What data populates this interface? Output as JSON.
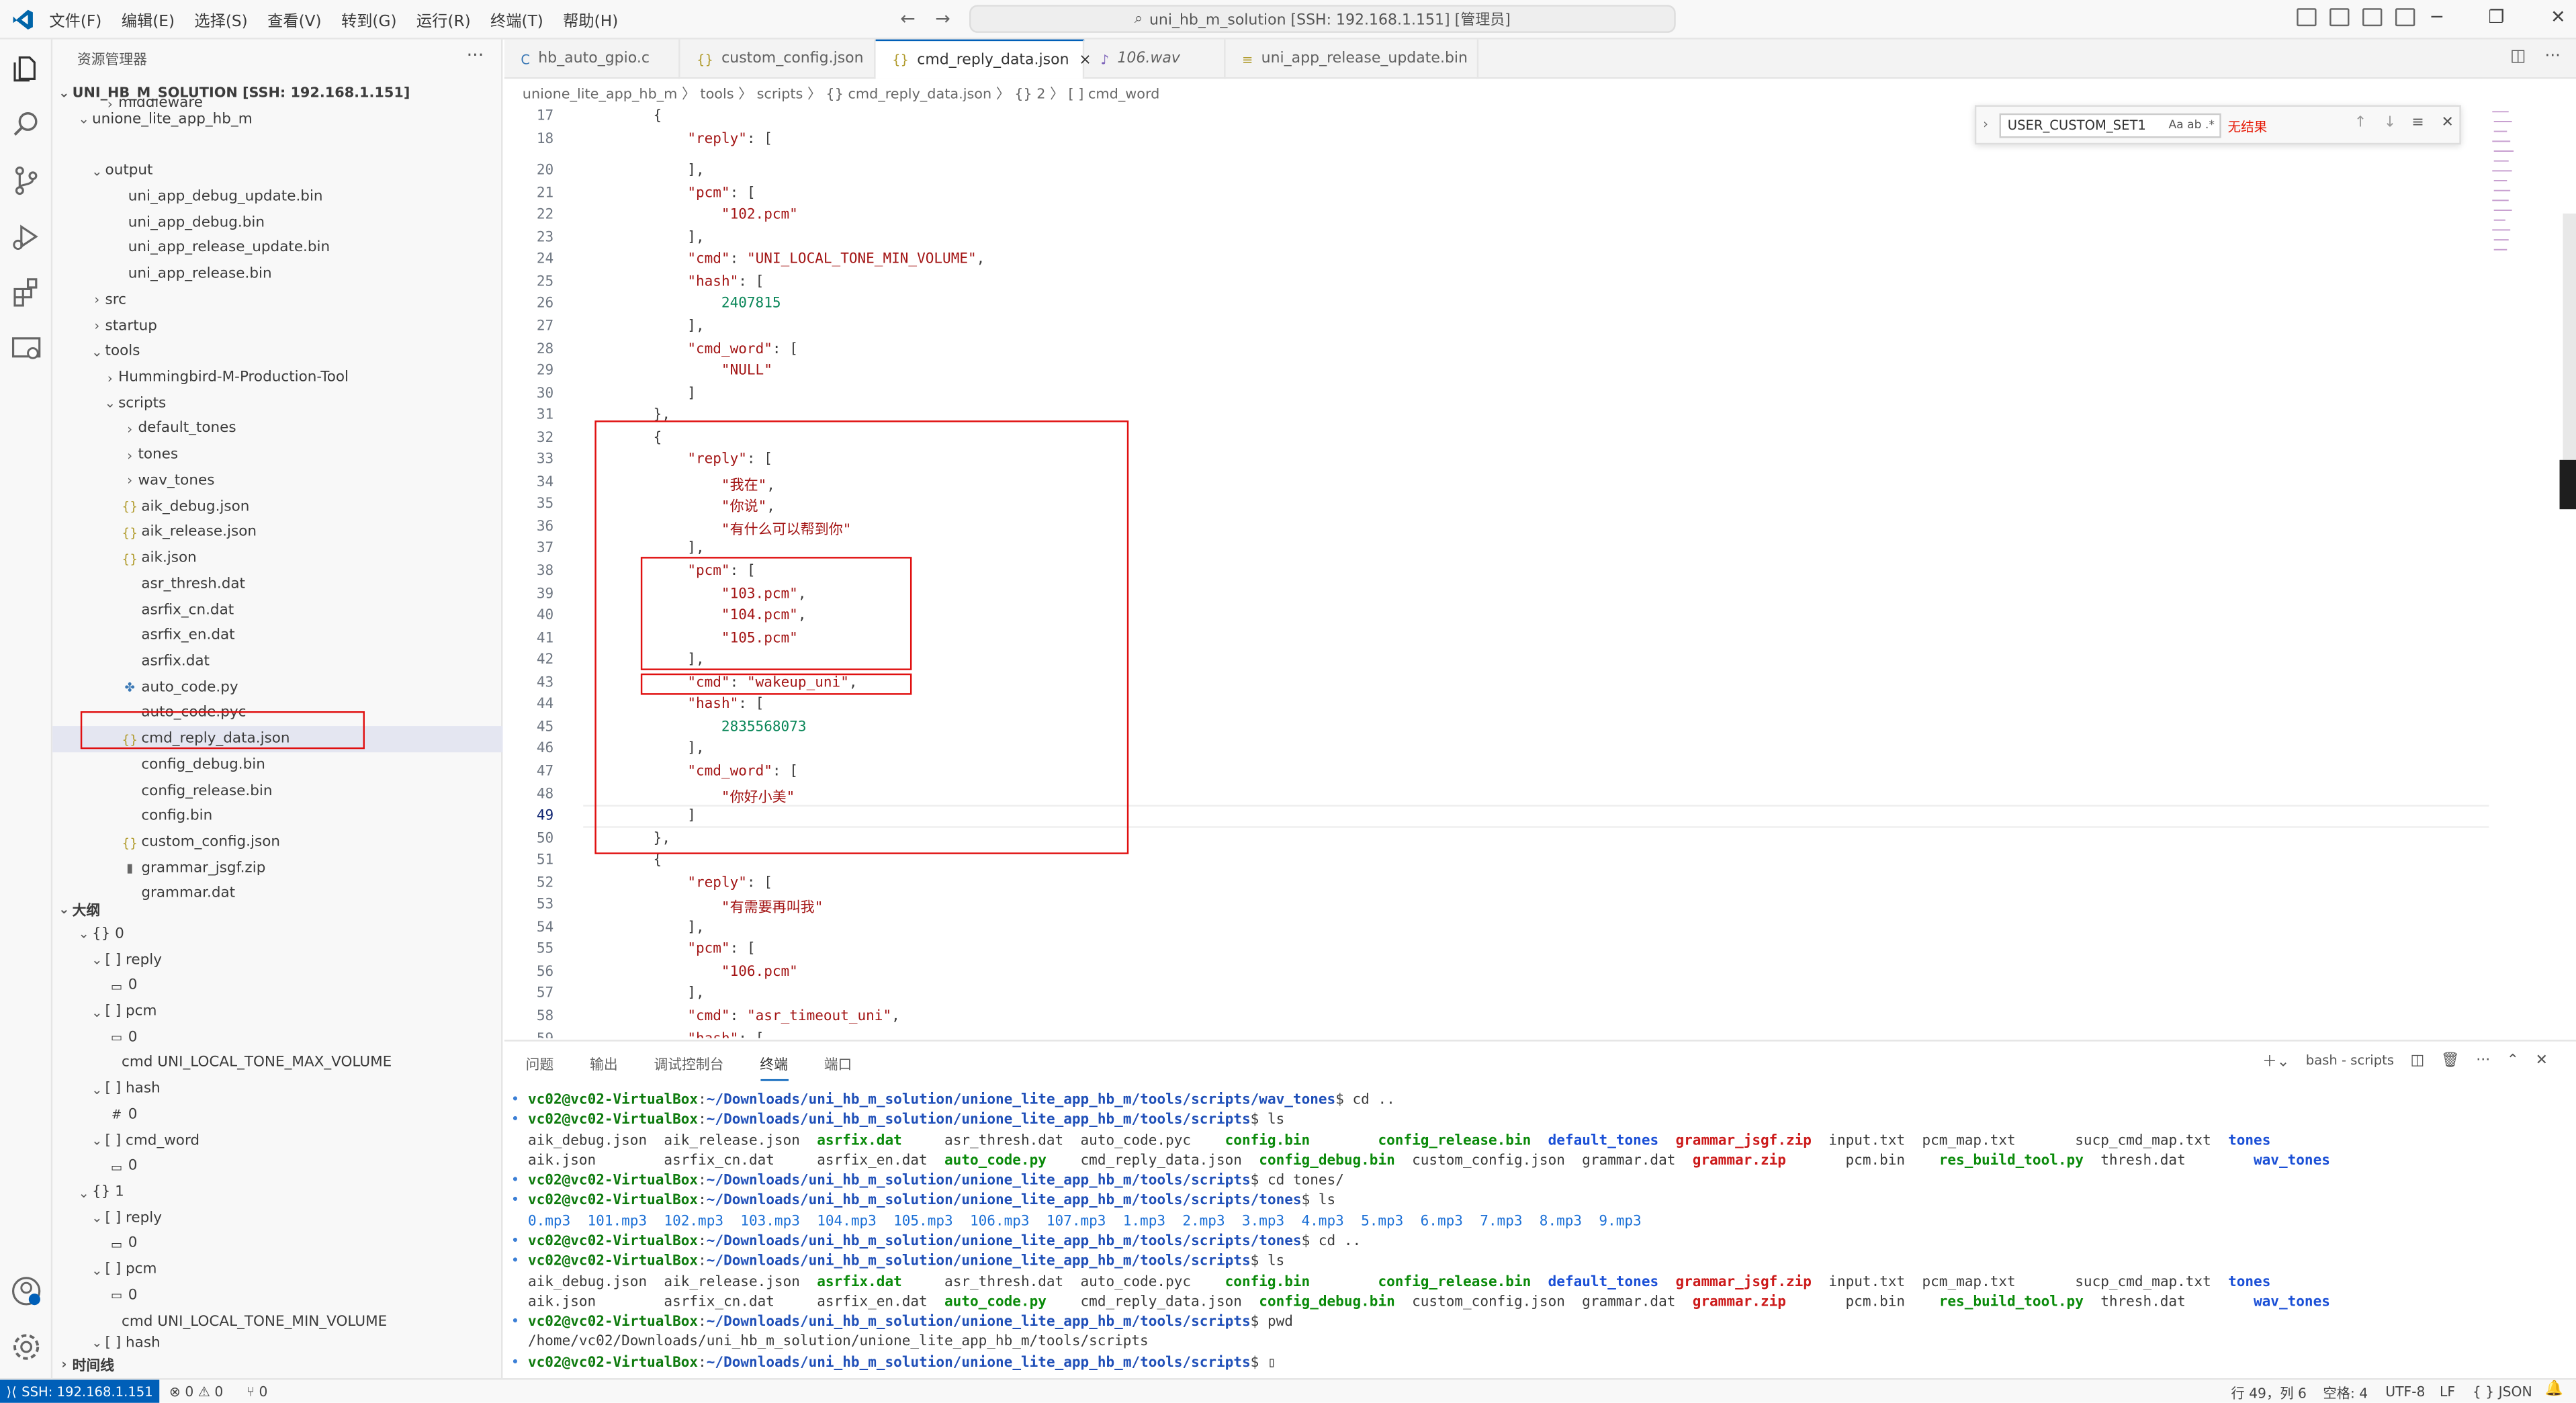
{
  "menu": [
    "文件(F)",
    "编辑(E)",
    "选择(S)",
    "查看(V)",
    "转到(G)",
    "运行(R)",
    "终端(T)",
    "帮助(H)"
  ],
  "title": "uni_hb_m_solution [SSH: 192.168.1.151] [管理员]",
  "colors": {
    "accent": "#005fb8",
    "highlight_box": "#e01010"
  },
  "sidebar": {
    "title": "资源管理器",
    "root": "UNI_HB_M_SOLUTION [SSH: 192.168.1.151]",
    "tree": [
      {
        "label": "unione_lite_app_hb_m",
        "kind": "folder-open"
      },
      {
        "label": "middleware",
        "kind": "folder"
      },
      {
        "label": "output",
        "kind": "folder-open"
      },
      {
        "label": "uni_app_debug_update.bin",
        "kind": "bin"
      },
      {
        "label": "uni_app_debug.bin",
        "kind": "bin"
      },
      {
        "label": "uni_app_release_update.bin",
        "kind": "bin"
      },
      {
        "label": "uni_app_release.bin",
        "kind": "bin"
      },
      {
        "label": "src",
        "kind": "folder"
      },
      {
        "label": "startup",
        "kind": "folder"
      },
      {
        "label": "tools",
        "kind": "folder-open"
      },
      {
        "label": "Hummingbird-M-Production-Tool",
        "kind": "folder"
      },
      {
        "label": "scripts",
        "kind": "folder-open"
      },
      {
        "label": "default_tones",
        "kind": "folder"
      },
      {
        "label": "tones",
        "kind": "folder"
      },
      {
        "label": "wav_tones",
        "kind": "folder"
      },
      {
        "label": "aik_debug.json",
        "kind": "json"
      },
      {
        "label": "aik_release.json",
        "kind": "json"
      },
      {
        "label": "aik.json",
        "kind": "json"
      },
      {
        "label": "asr_thresh.dat",
        "kind": "bin"
      },
      {
        "label": "asrfix_cn.dat",
        "kind": "bin"
      },
      {
        "label": "asrfix_en.dat",
        "kind": "bin"
      },
      {
        "label": "asrfix.dat",
        "kind": "bin"
      },
      {
        "label": "auto_code.py",
        "kind": "py"
      },
      {
        "label": "auto_code.pyc",
        "kind": "bin"
      },
      {
        "label": "cmd_reply_data.json",
        "kind": "json"
      },
      {
        "label": "config_debug.bin",
        "kind": "bin"
      },
      {
        "label": "config_release.bin",
        "kind": "bin"
      },
      {
        "label": "config.bin",
        "kind": "bin"
      },
      {
        "label": "custom_config.json",
        "kind": "json"
      },
      {
        "label": "grammar_jsgf.zip",
        "kind": "zip"
      },
      {
        "label": "grammar.dat",
        "kind": "bin"
      }
    ],
    "outline_title": "大纲",
    "outline": [
      {
        "label": "{} 0",
        "kind": "obj"
      },
      {
        "label": "[ ] reply",
        "kind": "arr"
      },
      {
        "label": "0",
        "kind": "leaf"
      },
      {
        "label": "[ ] pcm",
        "kind": "arr"
      },
      {
        "label": "0",
        "kind": "leaf"
      },
      {
        "label": "cmd  UNI_LOCAL_TONE_MAX_VOLUME",
        "kind": "str"
      },
      {
        "label": "[ ] hash",
        "kind": "arr"
      },
      {
        "label": "0",
        "kind": "num"
      },
      {
        "label": "[ ] cmd_word",
        "kind": "arr"
      },
      {
        "label": "0",
        "kind": "leaf"
      },
      {
        "label": "{} 1",
        "kind": "obj"
      },
      {
        "label": "[ ] reply",
        "kind": "arr"
      },
      {
        "label": "0",
        "kind": "leaf"
      },
      {
        "label": "[ ] pcm",
        "kind": "arr"
      },
      {
        "label": "0",
        "kind": "leaf"
      },
      {
        "label": "cmd  UNI_LOCAL_TONE_MIN_VOLUME",
        "kind": "str"
      },
      {
        "label": "[ ] hash",
        "kind": "arr"
      }
    ],
    "timeline": "时间线"
  },
  "tabs": [
    {
      "label": "hb_auto_gpio.c",
      "icon": "C"
    },
    {
      "label": "custom_config.json",
      "icon": "{}"
    },
    {
      "label": "cmd_reply_data.json",
      "icon": "{}",
      "close": "×"
    },
    {
      "label": "106.wav",
      "icon": "♪"
    },
    {
      "label": "uni_app_release_update.bin",
      "icon": "≡"
    }
  ],
  "breadcrumb": "unione_lite_app_hb_m 〉 tools 〉 scripts 〉 {} cmd_reply_data.json 〉 {} 2 〉 [ ] cmd_word",
  "find": {
    "query": "USER_CUSTOM_SET1",
    "flags": "Aa  ab  .*",
    "no_result": "无结果"
  },
  "code": [
    {
      "n": "17",
      "t": "    {"
    },
    {
      "n": "18",
      "t": "        \"reply\": ["
    },
    {
      "n": "20",
      "t": "        ],"
    },
    {
      "n": "21",
      "t": "        \"pcm\": ["
    },
    {
      "n": "22",
      "t": "            \"102.pcm\""
    },
    {
      "n": "23",
      "t": "        ],"
    },
    {
      "n": "24",
      "t": "        \"cmd\": \"UNI_LOCAL_TONE_MIN_VOLUME\","
    },
    {
      "n": "25",
      "t": "        \"hash\": ["
    },
    {
      "n": "26",
      "t": "            2407815"
    },
    {
      "n": "27",
      "t": "        ],"
    },
    {
      "n": "28",
      "t": "        \"cmd_word\": ["
    },
    {
      "n": "29",
      "t": "            \"NULL\""
    },
    {
      "n": "30",
      "t": "        ]"
    },
    {
      "n": "31",
      "t": "    },"
    },
    {
      "n": "32",
      "t": "    {"
    },
    {
      "n": "33",
      "t": "        \"reply\": ["
    },
    {
      "n": "34",
      "t": "            \"我在\","
    },
    {
      "n": "35",
      "t": "            \"你说\","
    },
    {
      "n": "36",
      "t": "            \"有什么可以帮到你\""
    },
    {
      "n": "37",
      "t": "        ],"
    },
    {
      "n": "38",
      "t": "        \"pcm\": ["
    },
    {
      "n": "39",
      "t": "            \"103.pcm\","
    },
    {
      "n": "40",
      "t": "            \"104.pcm\","
    },
    {
      "n": "41",
      "t": "            \"105.pcm\""
    },
    {
      "n": "42",
      "t": "        ],"
    },
    {
      "n": "43",
      "t": "        \"cmd\": \"wakeup_uni\","
    },
    {
      "n": "44",
      "t": "        \"hash\": ["
    },
    {
      "n": "45",
      "t": "            2835568073"
    },
    {
      "n": "46",
      "t": "        ],"
    },
    {
      "n": "47",
      "t": "        \"cmd_word\": ["
    },
    {
      "n": "48",
      "t": "            \"你好小美\""
    },
    {
      "n": "49",
      "t": "        ]"
    },
    {
      "n": "50",
      "t": "    },"
    },
    {
      "n": "51",
      "t": "    {"
    },
    {
      "n": "52",
      "t": "        \"reply\": ["
    },
    {
      "n": "53",
      "t": "            \"有需要再叫我\""
    },
    {
      "n": "54",
      "t": "        ],"
    },
    {
      "n": "55",
      "t": "        \"pcm\": ["
    },
    {
      "n": "56",
      "t": "            \"106.pcm\""
    },
    {
      "n": "57",
      "t": "        ],"
    },
    {
      "n": "58",
      "t": "        \"cmd\": \"asr_timeout_uni\","
    },
    {
      "n": "59",
      "t": "        \"hash\": ["
    }
  ],
  "panel": {
    "tabs": [
      "问题",
      "输出",
      "调试控制台",
      "终端",
      "端口"
    ],
    "active": "终端",
    "terminal_name": "bash - scripts",
    "lines": [
      [
        [
          "•",
          "dot"
        ],
        [
          " vc02@vc02-VirtualBox",
          "pr"
        ],
        [
          ":",
          "p"
        ],
        [
          "~/Downloads/uni_hb_m_solution/unione_lite_app_hb_m/tools/scripts/wav_tones",
          "pa"
        ],
        [
          "$ cd ..",
          "p"
        ]
      ],
      [
        [
          "•",
          "dot"
        ],
        [
          " vc02@vc02-VirtualBox",
          "pr"
        ],
        [
          ":",
          "p"
        ],
        [
          "~/Downloads/uni_hb_m_solution/unione_lite_app_hb_m/tools/scripts",
          "pa"
        ],
        [
          "$ ls",
          "p"
        ]
      ],
      [
        [
          "  aik_debug.json  aik_release.json  ",
          "p"
        ],
        [
          "asrfix.dat",
          "exe"
        ],
        [
          "     asr_thresh.dat  auto_code.pyc    ",
          "p"
        ],
        [
          "config.bin",
          "exe"
        ],
        [
          "        ",
          "p"
        ],
        [
          "config_release.bin",
          "exe"
        ],
        [
          "  ",
          "p"
        ],
        [
          "default_tones",
          "dir"
        ],
        [
          "  ",
          "p"
        ],
        [
          "grammar_jsgf.zip",
          "zip"
        ],
        [
          "  input.txt  pcm_map.txt       sucp_cmd_map.txt  ",
          "p"
        ],
        [
          "tones",
          "dir"
        ]
      ],
      [
        [
          "  aik.json        asrfix_cn.dat     asrfix_en.dat  ",
          "p"
        ],
        [
          "auto_code.py",
          "exe"
        ],
        [
          "    cmd_reply_data.json  ",
          "p"
        ],
        [
          "config_debug.bin",
          "exe"
        ],
        [
          "  custom_config.json  grammar.dat  ",
          "p"
        ],
        [
          "grammar.zip",
          "zip"
        ],
        [
          "       pcm.bin    ",
          "p"
        ],
        [
          "res_build_tool.py",
          "exe"
        ],
        [
          "  thresh.dat        ",
          "p"
        ],
        [
          "wav_tones",
          "dir"
        ]
      ],
      [
        [
          "•",
          "dot"
        ],
        [
          " vc02@vc02-VirtualBox",
          "pr"
        ],
        [
          ":",
          "p"
        ],
        [
          "~/Downloads/uni_hb_m_solution/unione_lite_app_hb_m/tools/scripts",
          "pa"
        ],
        [
          "$ cd tones/",
          "p"
        ]
      ],
      [
        [
          "•",
          "dot"
        ],
        [
          " vc02@vc02-VirtualBox",
          "pr"
        ],
        [
          ":",
          "p"
        ],
        [
          "~/Downloads/uni_hb_m_solution/unione_lite_app_hb_m/tools/scripts/tones",
          "pa"
        ],
        [
          "$ ls",
          "p"
        ]
      ],
      [
        [
          "  0.mp3  101.mp3  102.mp3  103.mp3  104.mp3  105.mp3  106.mp3  107.mp3  1.mp3  2.mp3  3.mp3  4.mp3  5.mp3  6.mp3  7.mp3  8.mp3  9.mp3",
          "mp3"
        ]
      ],
      [
        [
          "•",
          "dot"
        ],
        [
          " vc02@vc02-VirtualBox",
          "pr"
        ],
        [
          ":",
          "p"
        ],
        [
          "~/Downloads/uni_hb_m_solution/unione_lite_app_hb_m/tools/scripts/tones",
          "pa"
        ],
        [
          "$ cd ..",
          "p"
        ]
      ],
      [
        [
          "•",
          "dot"
        ],
        [
          " vc02@vc02-VirtualBox",
          "pr"
        ],
        [
          ":",
          "p"
        ],
        [
          "~/Downloads/uni_hb_m_solution/unione_lite_app_hb_m/tools/scripts",
          "pa"
        ],
        [
          "$ ls",
          "p"
        ]
      ],
      [
        [
          "  aik_debug.json  aik_release.json  ",
          "p"
        ],
        [
          "asrfix.dat",
          "exe"
        ],
        [
          "     asr_thresh.dat  auto_code.pyc    ",
          "p"
        ],
        [
          "config.bin",
          "exe"
        ],
        [
          "        ",
          "p"
        ],
        [
          "config_release.bin",
          "exe"
        ],
        [
          "  ",
          "p"
        ],
        [
          "default_tones",
          "dir"
        ],
        [
          "  ",
          "p"
        ],
        [
          "grammar_jsgf.zip",
          "zip"
        ],
        [
          "  input.txt  pcm_map.txt       sucp_cmd_map.txt  ",
          "p"
        ],
        [
          "tones",
          "dir"
        ]
      ],
      [
        [
          "  aik.json        asrfix_cn.dat     asrfix_en.dat  ",
          "p"
        ],
        [
          "auto_code.py",
          "exe"
        ],
        [
          "    cmd_reply_data.json  ",
          "p"
        ],
        [
          "config_debug.bin",
          "exe"
        ],
        [
          "  custom_config.json  grammar.dat  ",
          "p"
        ],
        [
          "grammar.zip",
          "zip"
        ],
        [
          "       pcm.bin    ",
          "p"
        ],
        [
          "res_build_tool.py",
          "exe"
        ],
        [
          "  thresh.dat        ",
          "p"
        ],
        [
          "wav_tones",
          "dir"
        ]
      ],
      [
        [
          "•",
          "dot"
        ],
        [
          " vc02@vc02-VirtualBox",
          "pr"
        ],
        [
          ":",
          "p"
        ],
        [
          "~/Downloads/uni_hb_m_solution/unione_lite_app_hb_m/tools/scripts",
          "pa"
        ],
        [
          "$ pwd",
          "p"
        ]
      ],
      [
        [
          "  /home/vc02/Downloads/uni_hb_m_solution/unione_lite_app_hb_m/tools/scripts",
          "p"
        ]
      ],
      [
        [
          "•",
          "dot"
        ],
        [
          " vc02@vc02-VirtualBox",
          "pr"
        ],
        [
          ":",
          "p"
        ],
        [
          "~/Downloads/uni_hb_m_solution/unione_lite_app_hb_m/tools/scripts",
          "pa"
        ],
        [
          "$ ▯",
          "p"
        ]
      ]
    ]
  },
  "status": {
    "remote": "SSH: 192.168.1.151",
    "problems": "⊗ 0 ⚠ 0",
    "ports": "⑂ 0",
    "position": "行 49，列 6",
    "spaces": "空格: 4",
    "encoding": "UTF-8",
    "eol": "LF",
    "language": "{ } JSON"
  }
}
